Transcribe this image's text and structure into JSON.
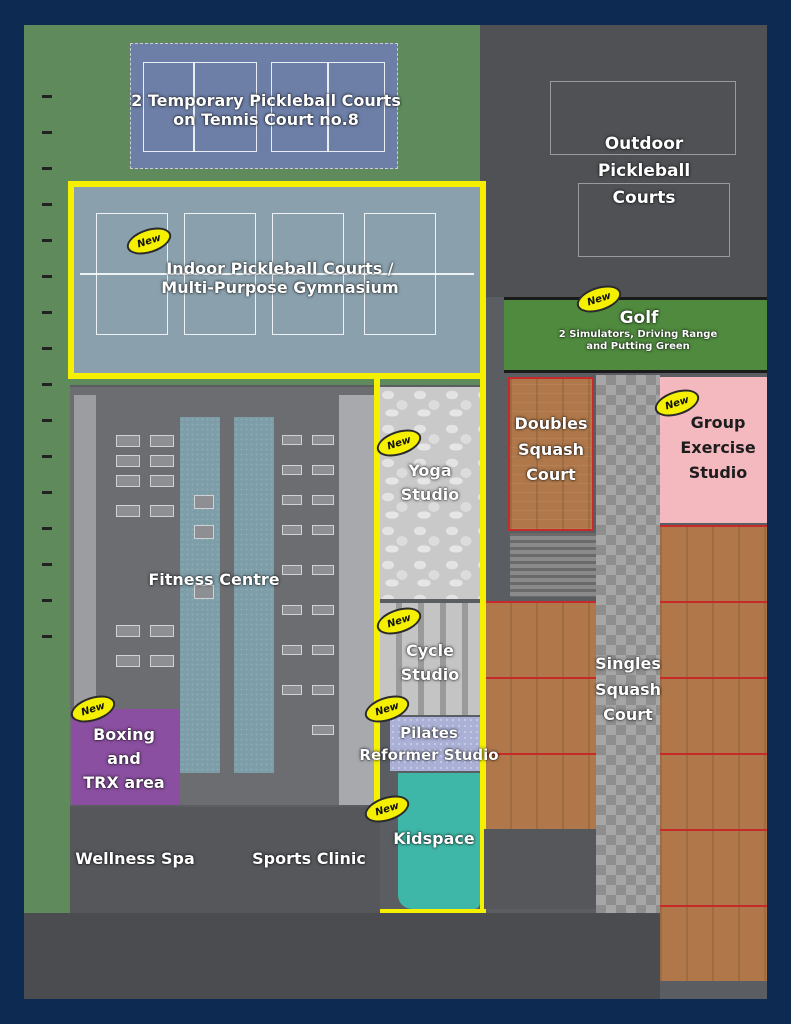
{
  "badge_text": "New",
  "colors": {
    "frame": "#0c2a52",
    "highlight": "#f4f000",
    "court_blue": "#6d7fa7",
    "gym_blue": "#8aa1ad",
    "grass": "#5e8a5c",
    "golf_green": "#4f8a3e",
    "boxing": "#8a4fa0",
    "kidspace": "#3fb7a8",
    "group_exercise": "#f4b8bf",
    "pilates": "#aab0d6"
  },
  "areas": {
    "temporary_pickleball": {
      "line1": "2 Temporary  Pickleball Courts",
      "line2": "on Tennis Court no.8"
    },
    "outdoor_pickleball": {
      "line1": "Outdoor",
      "line2": "Pickleball",
      "line3": "Courts"
    },
    "indoor_pickleball": {
      "line1": "Indoor Pickleball Courts /",
      "line2": "Multi-Purpose Gymnasium"
    },
    "golf": {
      "title": "Golf",
      "line1": "2 Simulators, Driving Range",
      "line2": "and Putting Green"
    },
    "doubles_squash": {
      "line1": "Doubles",
      "line2": "Squash",
      "line3": "Court"
    },
    "group_exercise": {
      "line1": "Group",
      "line2": "Exercise",
      "line3": "Studio"
    },
    "yoga": {
      "line1": "Yoga",
      "line2": "Studio"
    },
    "fitness_centre": {
      "title": "Fitness Centre"
    },
    "cycle": {
      "line1": "Cycle",
      "line2": "Studio"
    },
    "singles_squash": {
      "line1": "Singles",
      "line2": "Squash",
      "line3": "Court"
    },
    "boxing": {
      "line1": "Boxing",
      "line2": "and",
      "line3": "TRX area"
    },
    "pilates": {
      "line1": "Pilates",
      "line2": "Reformer Studio"
    },
    "kidspace": {
      "title": "Kidspace"
    },
    "wellness_spa": {
      "title": "Wellness Spa"
    },
    "sports_clinic": {
      "title": "Sports Clinic"
    }
  }
}
